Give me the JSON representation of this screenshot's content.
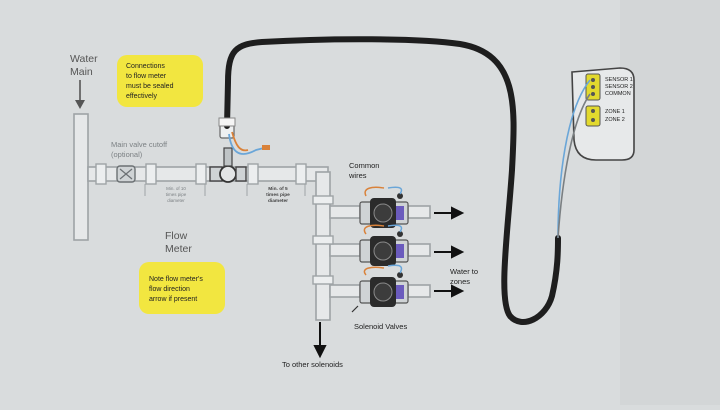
{
  "labels": {
    "water_main_1": "Water",
    "water_main_2": "Main",
    "main_valve_1": "Main valve cutoff",
    "main_valve_2": "(optional)",
    "min10_1": "Min. of 10",
    "min10_2": "times pipe",
    "min10_3": "diameter",
    "min5_1": "Min. of 5",
    "min5_2": "times pipe",
    "min5_3": "diameter",
    "flow_meter_1": "Flow",
    "flow_meter_2": "Meter",
    "common_wires_1": "Common",
    "common_wires_2": "wires",
    "water_to_zones_1": "Water to",
    "water_to_zones_2": "zones",
    "solenoid_valves": "Solenoid Valves",
    "to_other_solenoids": "To other solenoids"
  },
  "notes": {
    "sealed": [
      "Connections",
      "to flow meter",
      "must be sealed",
      "effectively"
    ],
    "direction": [
      "Note flow meter's",
      "flow direction",
      "arrow if present"
    ]
  },
  "controller": {
    "sensor1": "SENSOR 1",
    "sensor2": "SENSOR 2",
    "common": "COMMON",
    "zone1": "ZONE 1",
    "zone2": "ZONE 2"
  },
  "colors": {
    "note_fill": "#f2e640",
    "pipe_stroke": "#9ea3a6",
    "cable": "#1e1e1e",
    "wire_blue": "#6aa6d8",
    "wire_orange": "#d9823a",
    "valve_dark": "#2b2b2b",
    "terminal_yellow": "#e2d92e"
  },
  "icons": [
    "valve-icon",
    "flow-meter-icon",
    "solenoid-valve-icon",
    "arrow-right-icon",
    "arrow-down-icon"
  ]
}
